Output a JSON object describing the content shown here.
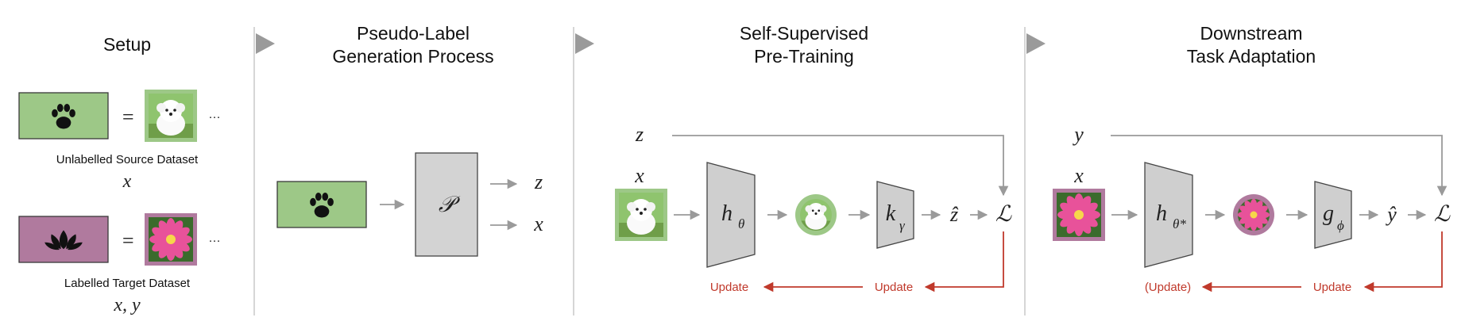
{
  "sections": {
    "setup": {
      "title": "Setup"
    },
    "pseudo_label": {
      "title_line1": "Pseudo-Label",
      "title_line2": "Generation Process"
    },
    "pretraining": {
      "title_line1": "Self-Supervised",
      "title_line2": "Pre-Training"
    },
    "downstream": {
      "title_line1": "Downstream",
      "title_line2": "Task Adaptation"
    }
  },
  "setup": {
    "equals": "=",
    "ellipsis": "···",
    "source_label": "Unlabelled Source Dataset",
    "source_var": "x",
    "target_label": "Labelled Target Dataset",
    "target_var": "x, y"
  },
  "pseudo": {
    "process": "𝒫",
    "out_z": "z",
    "out_x": "x"
  },
  "pretrain": {
    "z": "z",
    "x": "x",
    "encoder": "h",
    "encoder_sub": "θ",
    "head": "k",
    "head_sub": "γ",
    "pred": "ẑ",
    "loss": "ℒ",
    "update_left": "Update",
    "update_right": "Update"
  },
  "downstream": {
    "y": "y",
    "x": "x",
    "encoder": "h",
    "encoder_sub": "θ*",
    "head": "g",
    "head_sub": "ϕ",
    "pred": "ŷ",
    "loss": "ℒ",
    "update_left": "(Update)",
    "update_right": "Update"
  },
  "colors": {
    "source_green": "#9dc887",
    "target_pink": "#b07a9e",
    "update_red": "#c0392b",
    "block_gray": "#cfcfcf"
  },
  "icons": [
    "paw-icon",
    "lotus-icon",
    "dog-photo",
    "flower-photo"
  ]
}
